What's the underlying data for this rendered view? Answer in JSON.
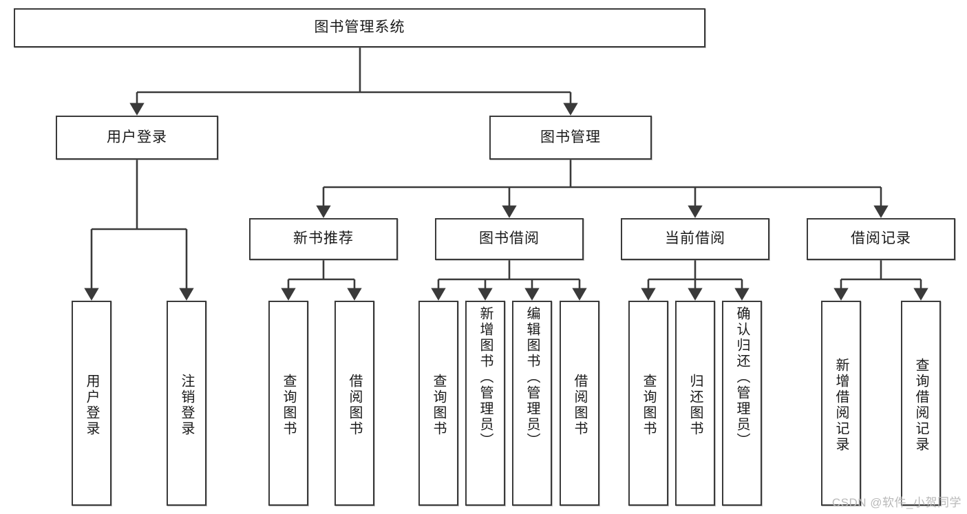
{
  "diagram": {
    "type": "tree-hierarchy",
    "title": "图书管理系统",
    "watermark": "CSDN @软件_小贺同学",
    "colors": {
      "stroke": "#3a3a3a",
      "fill": "#ffffff",
      "text": "#1a1a1a",
      "watermark": "#b9b9b9"
    },
    "levels": {
      "level0": [
        "图书管理系统"
      ],
      "level1": [
        "用户登录",
        "图书管理"
      ],
      "level2": [
        "新书推荐",
        "图书借阅",
        "当前借阅",
        "借阅记录"
      ],
      "level3": [
        "用户登录",
        "注销登录",
        "查询图书",
        "借阅图书",
        "查询图书",
        "新增图书（管理员）",
        "编辑图书（管理员）",
        "借阅图书",
        "查询图书",
        "归还图书",
        "确认归还（管理员）",
        "新增借阅记录",
        "查询借阅记录"
      ]
    },
    "nodes": {
      "root": {
        "label": "图书管理系统"
      },
      "user_login": {
        "label": "用户登录"
      },
      "book_manage": {
        "label": "图书管理"
      },
      "new_book_rec": {
        "label": "新书推荐"
      },
      "book_borrow": {
        "label": "图书借阅"
      },
      "current_borrow": {
        "label": "当前借阅"
      },
      "borrow_record": {
        "label": "借阅记录"
      },
      "leaf_user_login": {
        "label": "用户登录"
      },
      "leaf_logout": {
        "label": "注销登录"
      },
      "leaf_query_book_1": {
        "label": "查询图书"
      },
      "leaf_borrow_book_1": {
        "label": "借阅图书"
      },
      "leaf_query_book_2": {
        "label": "查询图书"
      },
      "leaf_add_book": {
        "label": "新增图书（管理员）"
      },
      "leaf_edit_book": {
        "label": "编辑图书（管理员）"
      },
      "leaf_borrow_book_2": {
        "label": "借阅图书"
      },
      "leaf_query_book_3": {
        "label": "查询图书"
      },
      "leaf_return_book": {
        "label": "归还图书"
      },
      "leaf_confirm_return": {
        "label": "确认归还（管理员）"
      },
      "leaf_add_record": {
        "label": "新增借阅记录"
      },
      "leaf_query_record": {
        "label": "查询借阅记录"
      }
    }
  }
}
